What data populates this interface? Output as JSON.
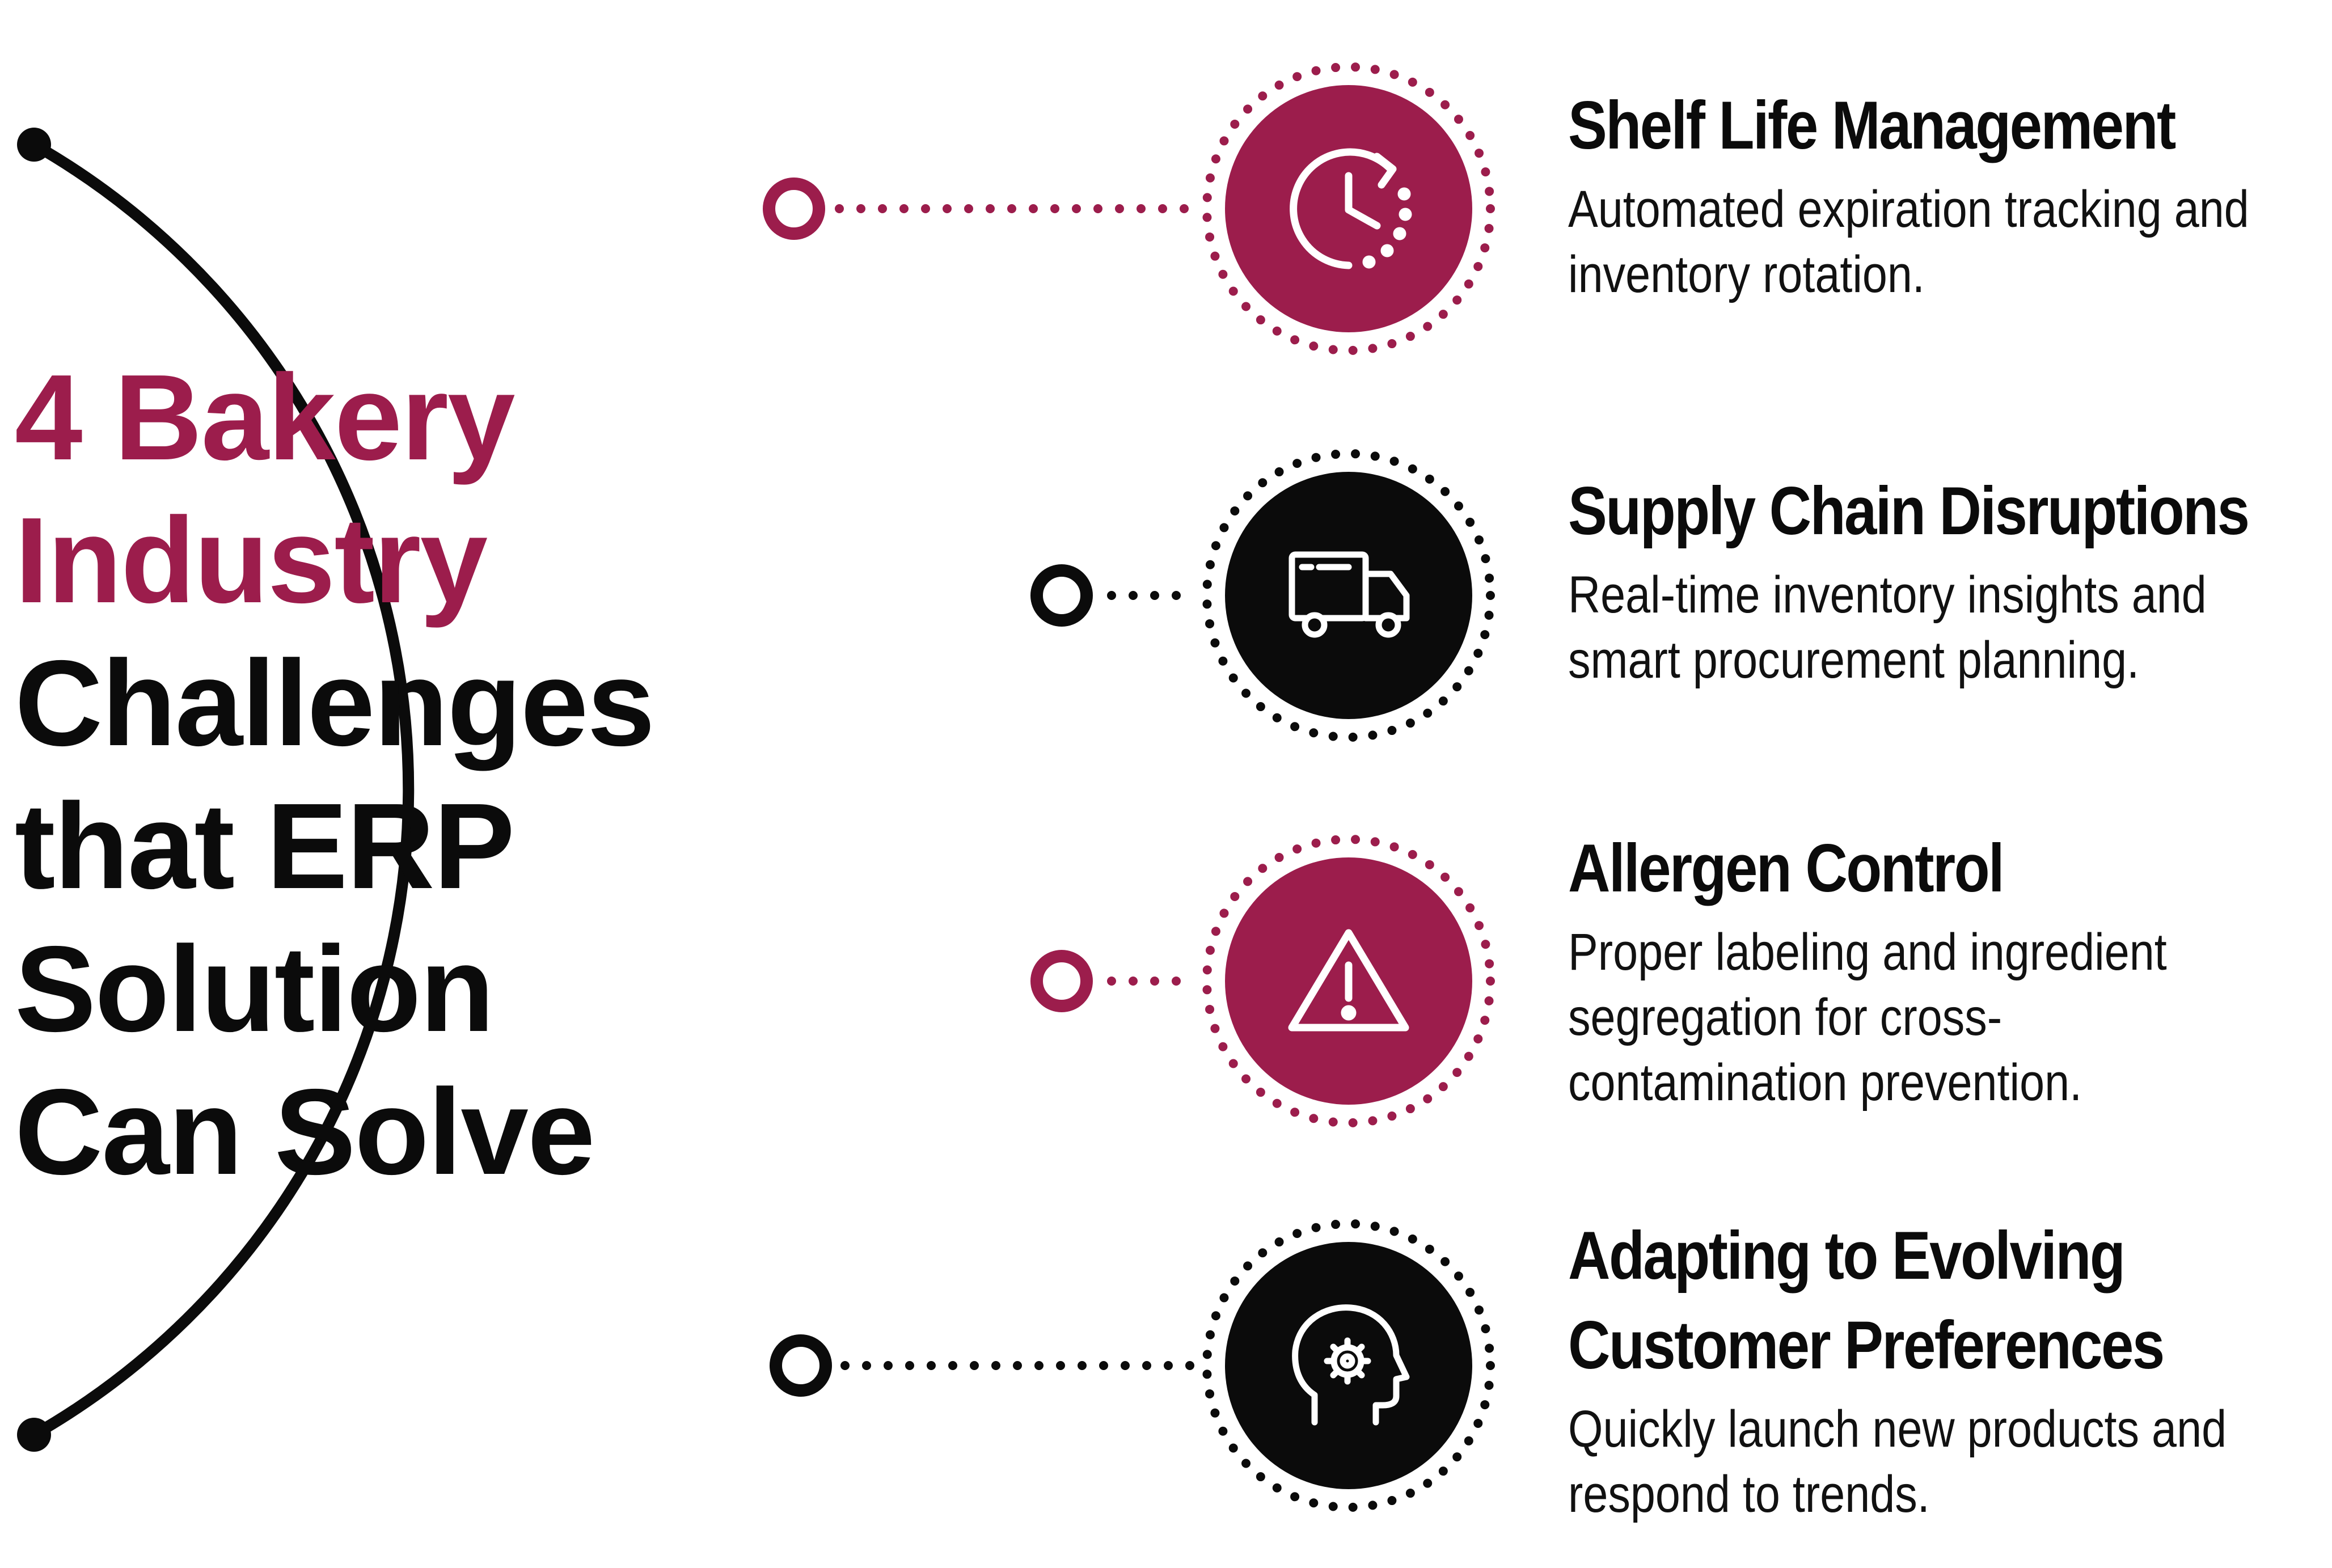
{
  "title": {
    "line1": "4 Bakery",
    "line2": "Industry",
    "line3": "Challenges",
    "line4": "that ERP",
    "line5": "Solution",
    "line6": "Can Solve"
  },
  "colors": {
    "accent": "#9c1d4c",
    "dark": "#0b0b0b",
    "background": "#ffffff"
  },
  "items": [
    {
      "heading": "Shelf Life Management",
      "description": "Automated expiration tracking and inventory rotation.",
      "icon": "clock-refresh-icon",
      "color": "accent"
    },
    {
      "heading": "Supply Chain Disruptions",
      "description": "Real-time inventory insights and smart procurement planning.",
      "icon": "delivery-truck-icon",
      "color": "dark"
    },
    {
      "heading": "Allergen Control",
      "description": "Proper labeling and ingredient segregation for cross-contamination prevention.",
      "icon": "warning-triangle-icon",
      "color": "accent"
    },
    {
      "heading": "Adapting to Evolving Customer Preferences",
      "description": "Quickly launch new products and respond to trends.",
      "icon": "head-gear-icon",
      "color": "dark"
    }
  ]
}
